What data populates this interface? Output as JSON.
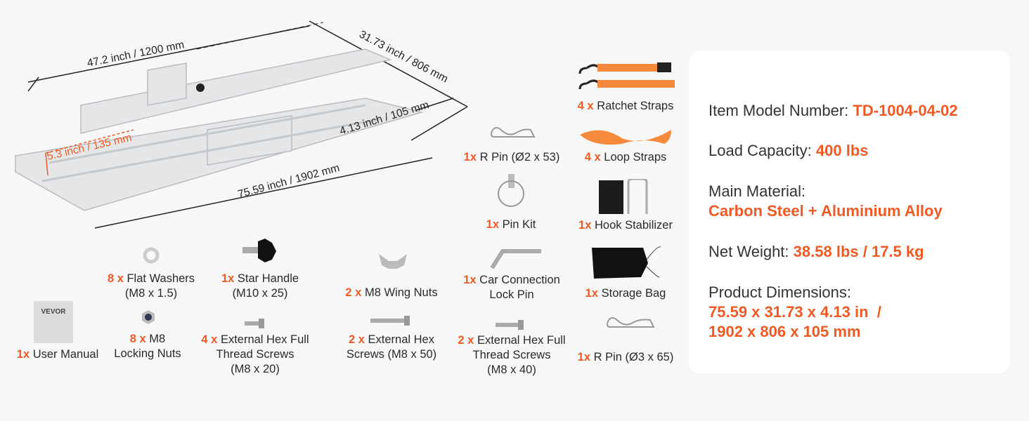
{
  "diagram": {
    "length": "47.2 inch / 1200 mm",
    "width": "31.73 inch / 806 mm",
    "height": "4.13 inch / 105 mm",
    "rail_height": "5.3 inch / 135 mm",
    "overall_length": "75.59 inch / 1902 mm"
  },
  "accessories": [
    {
      "qty": "4 x",
      "name": "Ratchet Straps",
      "sub": ""
    },
    {
      "qty": "1x",
      "name": "R Pin (Ø2 x 53)",
      "sub": ""
    },
    {
      "qty": "4 x",
      "name": "Loop Straps",
      "sub": ""
    },
    {
      "qty": "1x",
      "name": "Pin Kit",
      "sub": ""
    },
    {
      "qty": "1x",
      "name": "Hook Stabilizer",
      "sub": ""
    },
    {
      "qty": "1x",
      "name": "Car Connection",
      "sub": "Lock Pin"
    },
    {
      "qty": "1x",
      "name": "Storage Bag",
      "sub": ""
    },
    {
      "qty": "2 x",
      "name": "External Hex Full",
      "sub": "Thread Screws",
      "sub2": "(M8 x 40)"
    },
    {
      "qty": "1x",
      "name": "R Pin (Ø3 x 65)",
      "sub": ""
    },
    {
      "qty": "8 x",
      "name": "Flat Washers",
      "sub": "(M8 x 1.5)"
    },
    {
      "qty": "1x",
      "name": "Star Handle",
      "sub": "(M10 x 25)"
    },
    {
      "qty": "2 x",
      "name": "M8 Wing Nuts",
      "sub": ""
    },
    {
      "qty": "1x",
      "name": "User Manual",
      "sub": ""
    },
    {
      "qty": "8 x",
      "name": "M8",
      "sub": "Locking Nuts"
    },
    {
      "qty": "4 x",
      "name": "External Hex Full",
      "sub": "Thread Screws",
      "sub2": "(M8 x 20)"
    },
    {
      "qty": "2 x",
      "name": "External Hex",
      "sub": "Screws (M8 x 50)"
    }
  ],
  "manual_logo": "VEVOR",
  "specs": {
    "model_label": "Item Model Number:",
    "model": "TD-1004-04-02",
    "load_label": "Load Capacity:",
    "load": "400 lbs",
    "material_label": "Main Material:",
    "material": "Carbon Steel + Aluminium Alloy",
    "weight_label": "Net Weight:",
    "weight": "38.58 lbs / 17.5 kg",
    "dims_label": "Product Dimensions:",
    "dims_in": "75.59 x 31.73 x 4.13 in  /",
    "dims_mm": "1902 x 806 x 105 mm"
  },
  "colors": {
    "accent": "#ef5a24",
    "background": "#f7f7f7"
  }
}
